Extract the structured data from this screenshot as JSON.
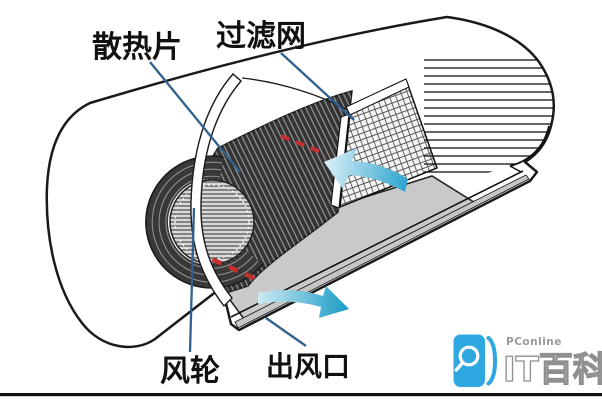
{
  "diagram": {
    "labels": {
      "heat_sink": "散热片",
      "filter": "过滤网",
      "fan_wheel": "风轮",
      "air_outlet": "出风口"
    },
    "colors": {
      "leader_blue": "#30608e",
      "dash_red": "#c53030",
      "arrow_teal": "#2aa3cf",
      "logo_blue": "#2fa8e1",
      "outline_black": "#1a1a1a"
    }
  },
  "watermark": {
    "brand": "PConline",
    "product": "IT百科"
  }
}
